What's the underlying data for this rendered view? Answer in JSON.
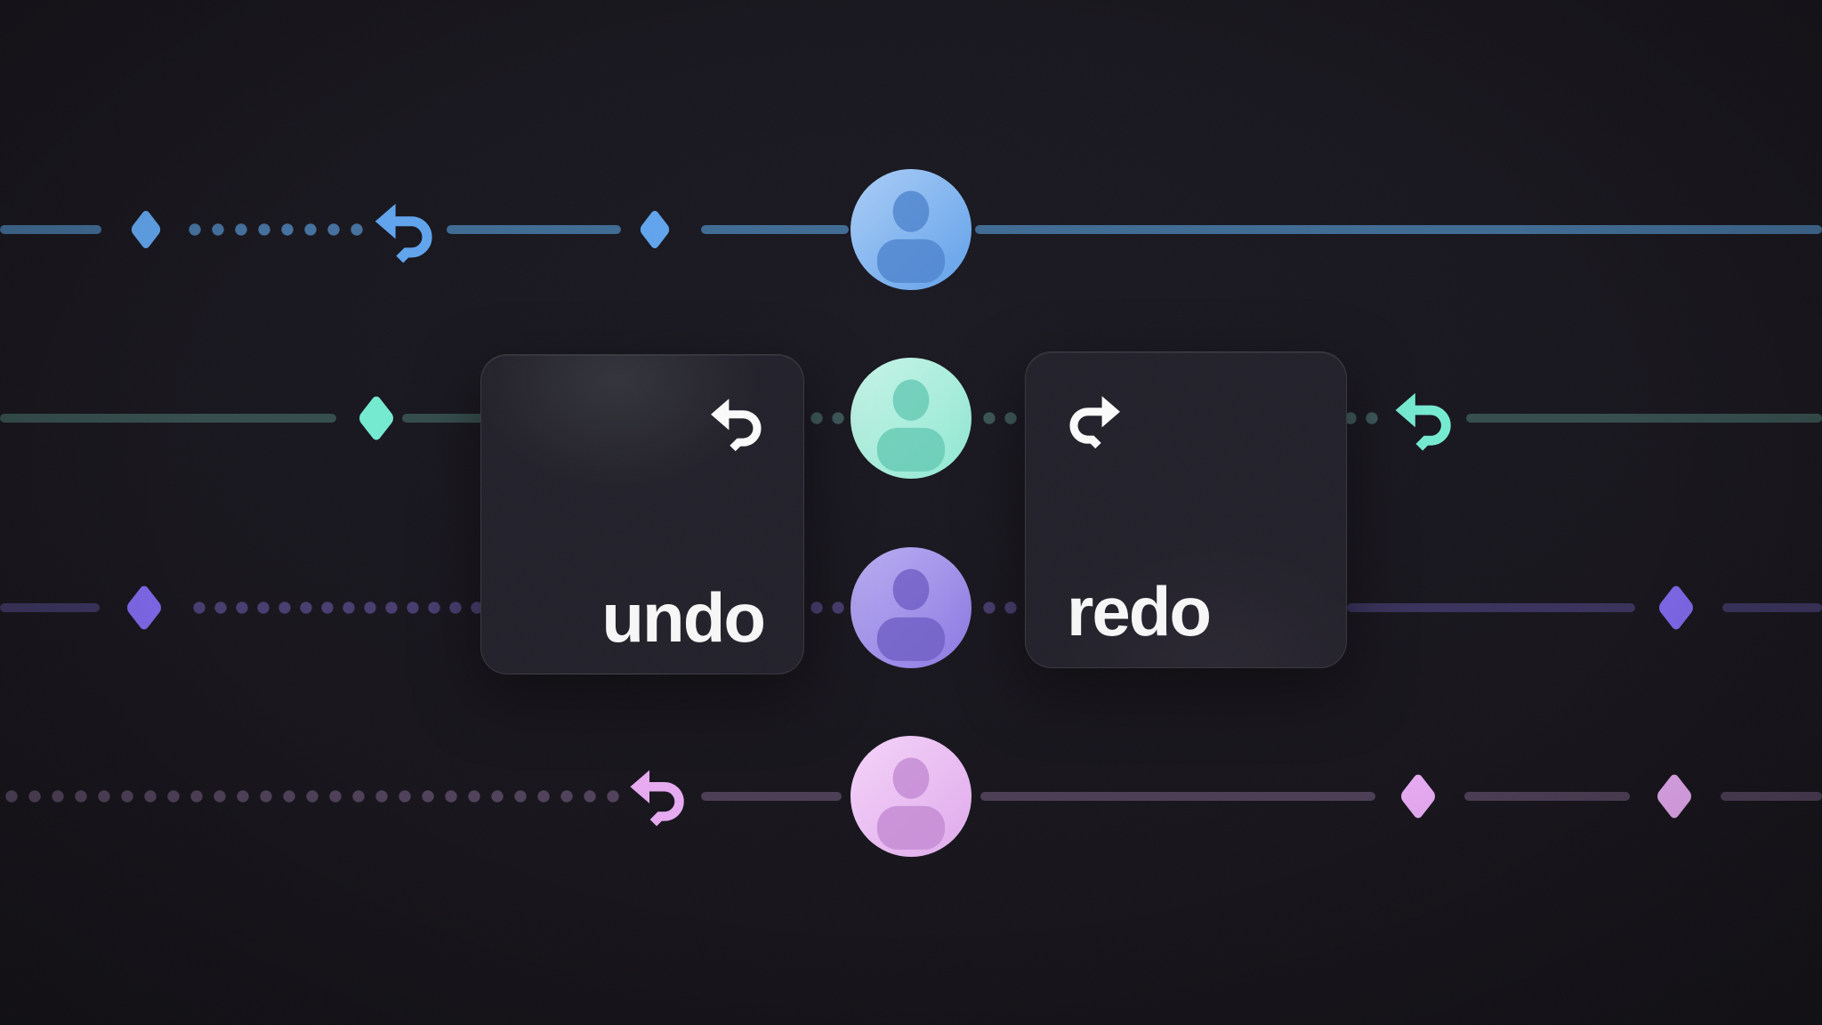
{
  "keys": {
    "undo": {
      "label": "undo",
      "icon": "undo-arrow-icon"
    },
    "redo": {
      "label": "redo",
      "icon": "redo-arrow-icon"
    }
  },
  "rows": [
    {
      "id": "blue",
      "order": 1,
      "elements": [
        "line",
        "diamond",
        "dotted-line",
        "undo-arrow",
        "line",
        "diamond",
        "line",
        "avatar",
        "line"
      ]
    },
    {
      "id": "teal",
      "order": 2,
      "elements": [
        "line",
        "diamond",
        "line",
        "undo-key",
        "dots",
        "avatar",
        "dots",
        "redo-key",
        "dots",
        "undo-arrow",
        "line"
      ]
    },
    {
      "id": "purple",
      "order": 3,
      "elements": [
        "line",
        "diamond",
        "dotted-line",
        "dots",
        "avatar",
        "dots",
        "line",
        "diamond",
        "line"
      ]
    },
    {
      "id": "pink",
      "order": 4,
      "elements": [
        "dotted-line",
        "undo-arrow",
        "line",
        "avatar",
        "line",
        "diamond",
        "line",
        "diamond",
        "line"
      ]
    }
  ],
  "theme": {
    "bg": "#131117",
    "card-bg": "#201e27",
    "card-border": "rgba(255,255,255,0.10)",
    "text": "#f6f6f7",
    "blue-accent": "#5ea3ec",
    "blue-line": "#3d6992",
    "blue-dot": "#436f9e",
    "blue-av-1": "#aacdf6",
    "blue-av-2": "#5e9fe9",
    "blue-person": "#4c83cc",
    "teal-accent": "#73ead0",
    "teal-line": "#324b4a",
    "teal-dot": "#3b5657",
    "teal-av-1": "#c6f3e6",
    "teal-av-2": "#8fe8d2",
    "teal-person": "#62c9b2",
    "purple-accent": "#7d66e9",
    "purple-line": "#37305a",
    "purple-dot": "#463b6e",
    "purple-av-1": "#b9adf1",
    "purple-av-2": "#8a78e2",
    "purple-person": "#6d5cc4",
    "pink-accent": "#e6a9f1",
    "pink-line": "#493b52",
    "pink-dot": "#4e3f58",
    "pink-av-1": "#f4d3f8",
    "pink-av-2": "#dfa9ec",
    "pink-person": "#c287d2"
  }
}
